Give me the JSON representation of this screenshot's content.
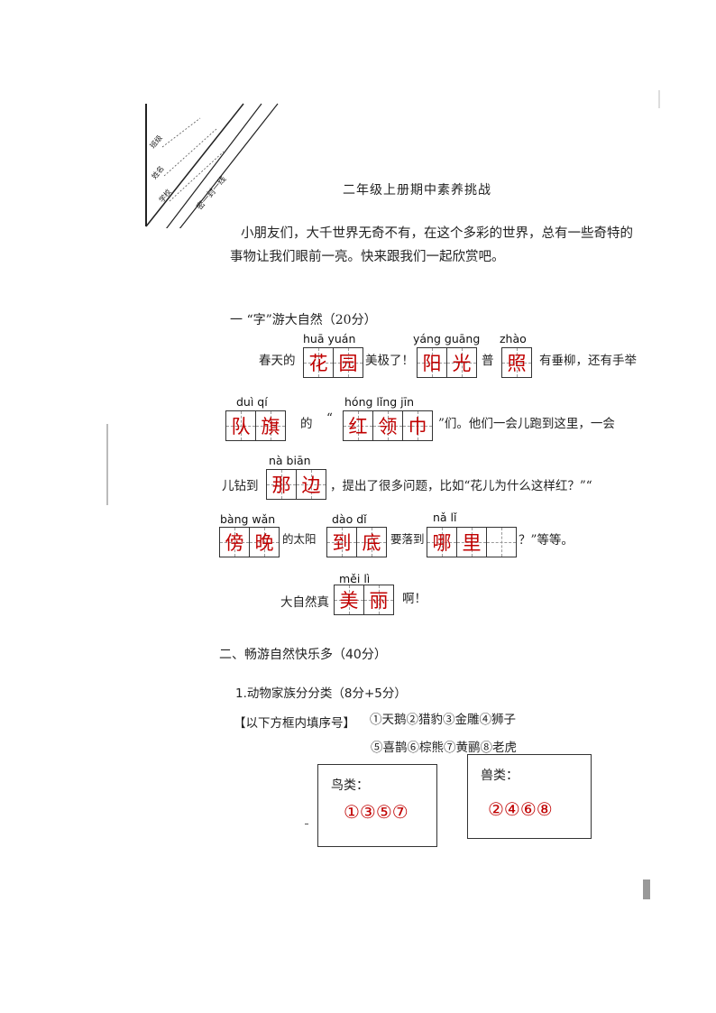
{
  "header": {
    "class_label": "班级",
    "name_label": "姓名",
    "school_label": "学校",
    "seal_line": "密一封一线"
  },
  "title": "二年级上册期中素养挑战",
  "intro": {
    "line1": "小朋友们，大千世界无奇不有，在这个多彩的世界，总有一些奇特的",
    "line2": "事物让我们眼前一亮。快来跟我们一起欣赏吧。"
  },
  "section1": {
    "heading": "一 “字”游大自然（20分）",
    "row1": {
      "t1": "春天的",
      "py1": "huā  yuán",
      "ans1": [
        "花",
        "园"
      ],
      "t2": "美极了！",
      "py2": "yáng guāng",
      "ans2": [
        "阳",
        "光"
      ],
      "t3": "普",
      "py3": "zhào",
      "ans3": [
        "照"
      ],
      "t4": "有垂柳，还有手举"
    },
    "row2": {
      "py1": "duì  qí",
      "ans1": [
        "队",
        "旗"
      ],
      "t1": "的",
      "q1": "“",
      "py2": "hóng  lǐng jīn",
      "ans2": [
        "红",
        "领",
        "巾"
      ],
      "t2": "”们。他们一会儿跑到这里，一会"
    },
    "row3": {
      "t1": "儿钻到",
      "py1": "nà  biān",
      "ans1": [
        "那",
        "边"
      ],
      "t2": "，提出了很多问题，比如“花儿为什么这样红？”“"
    },
    "row4": {
      "py1": "bàng wǎn",
      "ans1": [
        "傍",
        "晚"
      ],
      "t1": "的太阳",
      "py2": "dào dǐ",
      "ans2": [
        "到",
        "底"
      ],
      "t2": "要落到",
      "py3": "nǎ   lǐ",
      "ans3": [
        "哪",
        "里"
      ],
      "t3": "？”等等。"
    },
    "row5": {
      "t1": "大自然真",
      "py1": "měi  lì",
      "ans1": [
        "美",
        "丽"
      ],
      "t2": "啊！"
    }
  },
  "section2": {
    "heading": "二、畅游自然快乐多（40分）",
    "q1": "1.动物家族分分类（8分+5分）",
    "instruction": "【以下方框内填序号】",
    "options_line1": "①天鹅②猎豹③金雕④狮子",
    "options_line2": "⑤喜鹊⑥棕熊⑦黄鹂⑧老虎",
    "birds_label": "鸟类：",
    "birds_answer": "①③⑤⑦",
    "beasts_label": "兽类：",
    "beasts_answer": "②④⑥⑧"
  }
}
